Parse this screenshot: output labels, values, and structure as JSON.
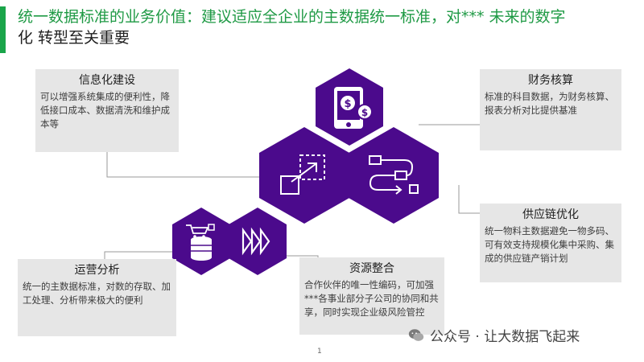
{
  "title": {
    "line1": "统一数据标准的业务价值：建议适应全企业的主数据统一标准，对*** 未来的数字",
    "line2": "化 转型至关重要"
  },
  "boxes": {
    "info": {
      "head": "信息化建设",
      "body": "可以增强系统集成的便利性，降低接口成本、数据清洗和维护成本等"
    },
    "finance": {
      "head": "财务核算",
      "body": "标准的科目数据，为财务核算、报表分析对比提供基准"
    },
    "supply": {
      "head": "供应链优化",
      "body": "统一物料主数据避免一物多码、可有效支持规模化集中采购、集成的供应链产销计划"
    },
    "ops": {
      "head": "运营分析",
      "body": "统一的主数据标准，对数的存取、加工处理、分析带来极大的便利"
    },
    "resource": {
      "head": "资源整合",
      "body": "合作伙伴的唯一性编码，可加强***各事业部分子公司的协同和共享，同时实现企业级风险管控"
    }
  },
  "page_number": "1",
  "watermark": "公众号 · 让大数据飞起来",
  "colors": {
    "hex": "#4b0a8c",
    "accent": "#1aa54a",
    "box_bg": "#e6e6e6",
    "connector": "#9a9a9a"
  },
  "icons": [
    "tablet-dollar-icon",
    "resize-arrow-icon",
    "flow-path-icon",
    "database-cart-icon",
    "fast-forward-icon"
  ]
}
